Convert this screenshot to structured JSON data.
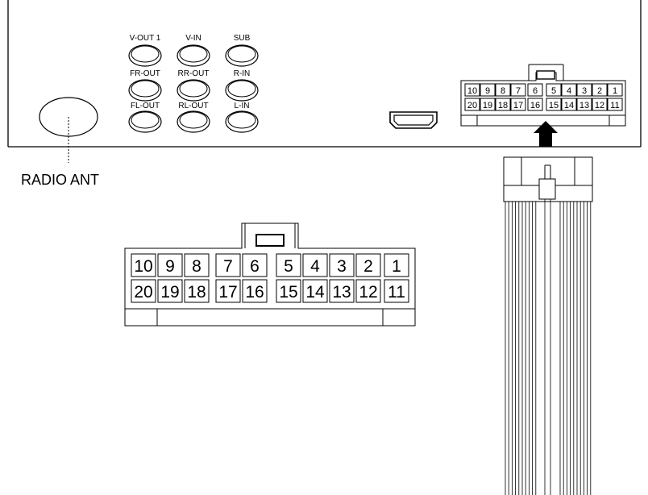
{
  "device": {
    "rca_labels": [
      [
        "V-OUT 1",
        "V-IN",
        "SUB"
      ],
      [
        "FR-OUT",
        "RR-OUT",
        "R-IN"
      ],
      [
        "FL-OUT",
        "RL-OUT",
        "L-IN"
      ]
    ],
    "antenna_label": "RADIO ANT"
  },
  "connector": {
    "top_row": [
      "10",
      "9",
      "8",
      "7",
      "6",
      "5",
      "4",
      "3",
      "2",
      "1"
    ],
    "bottom_row": [
      "20",
      "19",
      "18",
      "17",
      "16",
      "15",
      "14",
      "13",
      "12",
      "11"
    ]
  }
}
